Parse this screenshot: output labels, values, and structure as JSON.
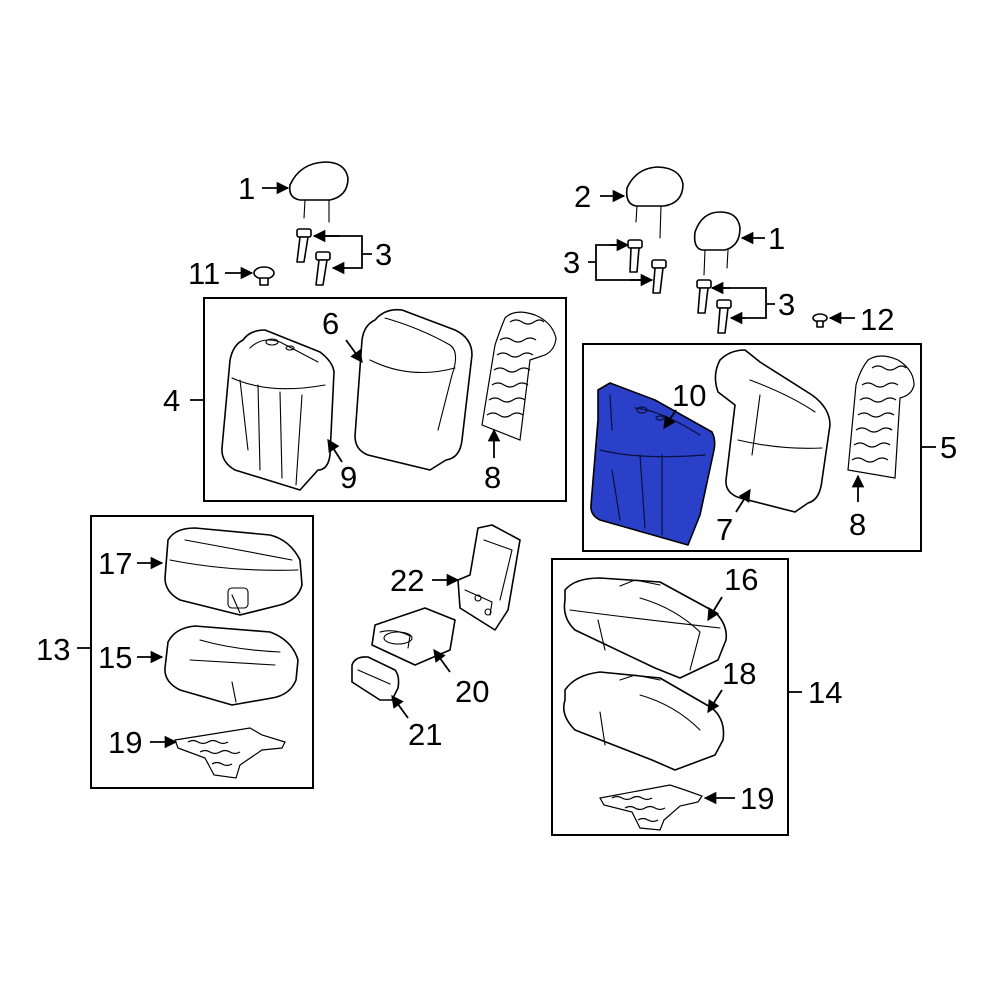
{
  "diagram": {
    "callouts": {
      "c1a": "1",
      "c1b": "1",
      "c2": "2",
      "c3a": "3",
      "c3b": "3",
      "c3c": "3",
      "c4": "4",
      "c5": "5",
      "c6": "6",
      "c7": "7",
      "c8a": "8",
      "c8b": "8",
      "c9": "9",
      "c10": "10",
      "c11": "11",
      "c12": "12",
      "c13": "13",
      "c14": "14",
      "c15": "15",
      "c16": "16",
      "c17": "17",
      "c18": "18",
      "c19a": "19",
      "c19b": "19",
      "c20": "20",
      "c21": "21",
      "c22": "22"
    },
    "colors": {
      "highlight": "#2b40c8",
      "line": "#000000",
      "background": "#ffffff"
    }
  }
}
